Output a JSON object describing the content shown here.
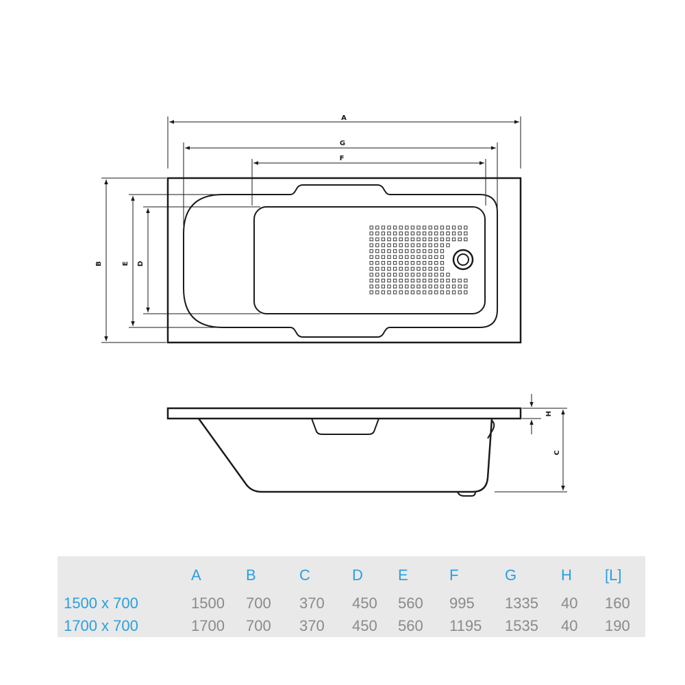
{
  "labels": {
    "A": "A",
    "B": "B",
    "C": "C",
    "D": "D",
    "E": "E",
    "F": "F",
    "G": "G",
    "H": "H"
  },
  "table": {
    "columns": [
      "",
      "A",
      "B",
      "C",
      "D",
      "E",
      "F",
      "G",
      "H",
      "[L]"
    ],
    "rows": [
      {
        "size": "1500 x 700",
        "values": [
          "1500",
          "700",
          "370",
          "450",
          "560",
          "995",
          "1335",
          "40",
          "160"
        ]
      },
      {
        "size": "1700 x 700",
        "values": [
          "1700",
          "700",
          "370",
          "450",
          "560",
          "1195",
          "1535",
          "40",
          "190"
        ]
      }
    ]
  },
  "colors": {
    "accent": "#2a9fdc",
    "value_text": "#8a8a8a",
    "table_bg": "#e9e9ea",
    "line": "#1a1a1a"
  }
}
